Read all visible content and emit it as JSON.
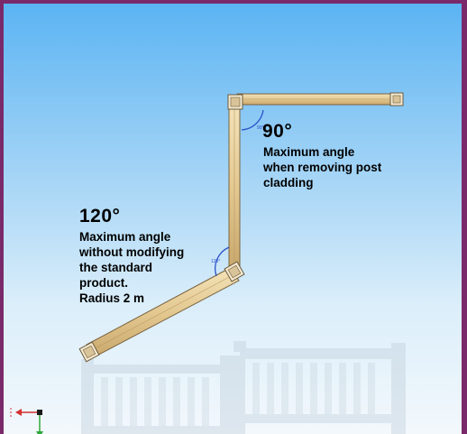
{
  "annotations": {
    "upper_angle": "90°",
    "upper_text": "Maximum angle\nwhen removing post\ncladding",
    "lower_angle": "120°",
    "lower_text": "Maximum angle\nwithout modifying\nthe standard\nproduct.\nRadius  2 m"
  },
  "angle_arcs": {
    "upper": "90°",
    "lower": "120°"
  },
  "colors": {
    "frame": "#7a2a6a",
    "sky_top": "#5bb4f3",
    "sky_bottom": "#f3f8fc",
    "wood": "#e7cf9c",
    "wood_edge": "#7a6440",
    "arc": "#2a52c8"
  },
  "axes_gizmo": {
    "x_color": "#d43030",
    "y_color": "#2fa83a"
  }
}
